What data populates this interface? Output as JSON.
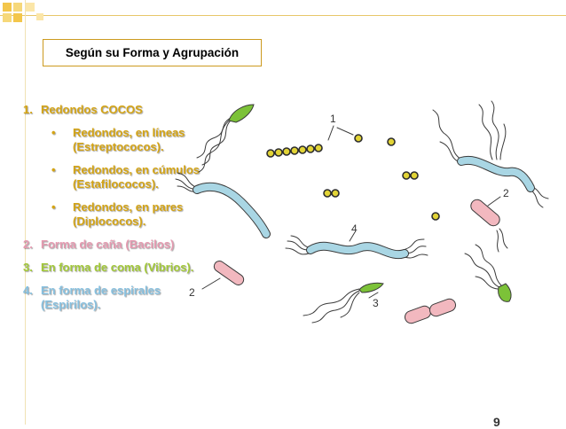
{
  "header": {
    "title": "Según su Forma y Agrupación"
  },
  "list": {
    "items": [
      {
        "num": "1.",
        "text": "Redondos COCOS",
        "color": "#d4a415",
        "subitems": [
          {
            "bullet": "•",
            "text": "Redondos, en líneas (Estreptococos)."
          },
          {
            "bullet": "•",
            "text": "Redondos, en cúmulos (Estafilococos)."
          },
          {
            "bullet": "•",
            "text": "Redondos, en pares (Diplococos)."
          }
        ]
      },
      {
        "num": "2.",
        "text": "Forma de caña (Bacilos)",
        "color": "#e59ab0"
      },
      {
        "num": "3.",
        "text": "En forma de coma (Vibrios).",
        "color": "#a2c838"
      },
      {
        "num": "4.",
        "text": "En forma de espirales (Espirilos).",
        "color": "#87c0df"
      }
    ]
  },
  "illustration": {
    "labels": {
      "one": "1",
      "two_a": "2",
      "two_b": "2",
      "three": "3",
      "four": "4"
    },
    "colors": {
      "coccus": "#e2d436",
      "bacillus": "#f2b8bf",
      "spirillum": "#a9d6e4",
      "vibrio": "#7cc238",
      "outline": "#3a3a3a"
    }
  },
  "footer": {
    "page_number": "9"
  }
}
